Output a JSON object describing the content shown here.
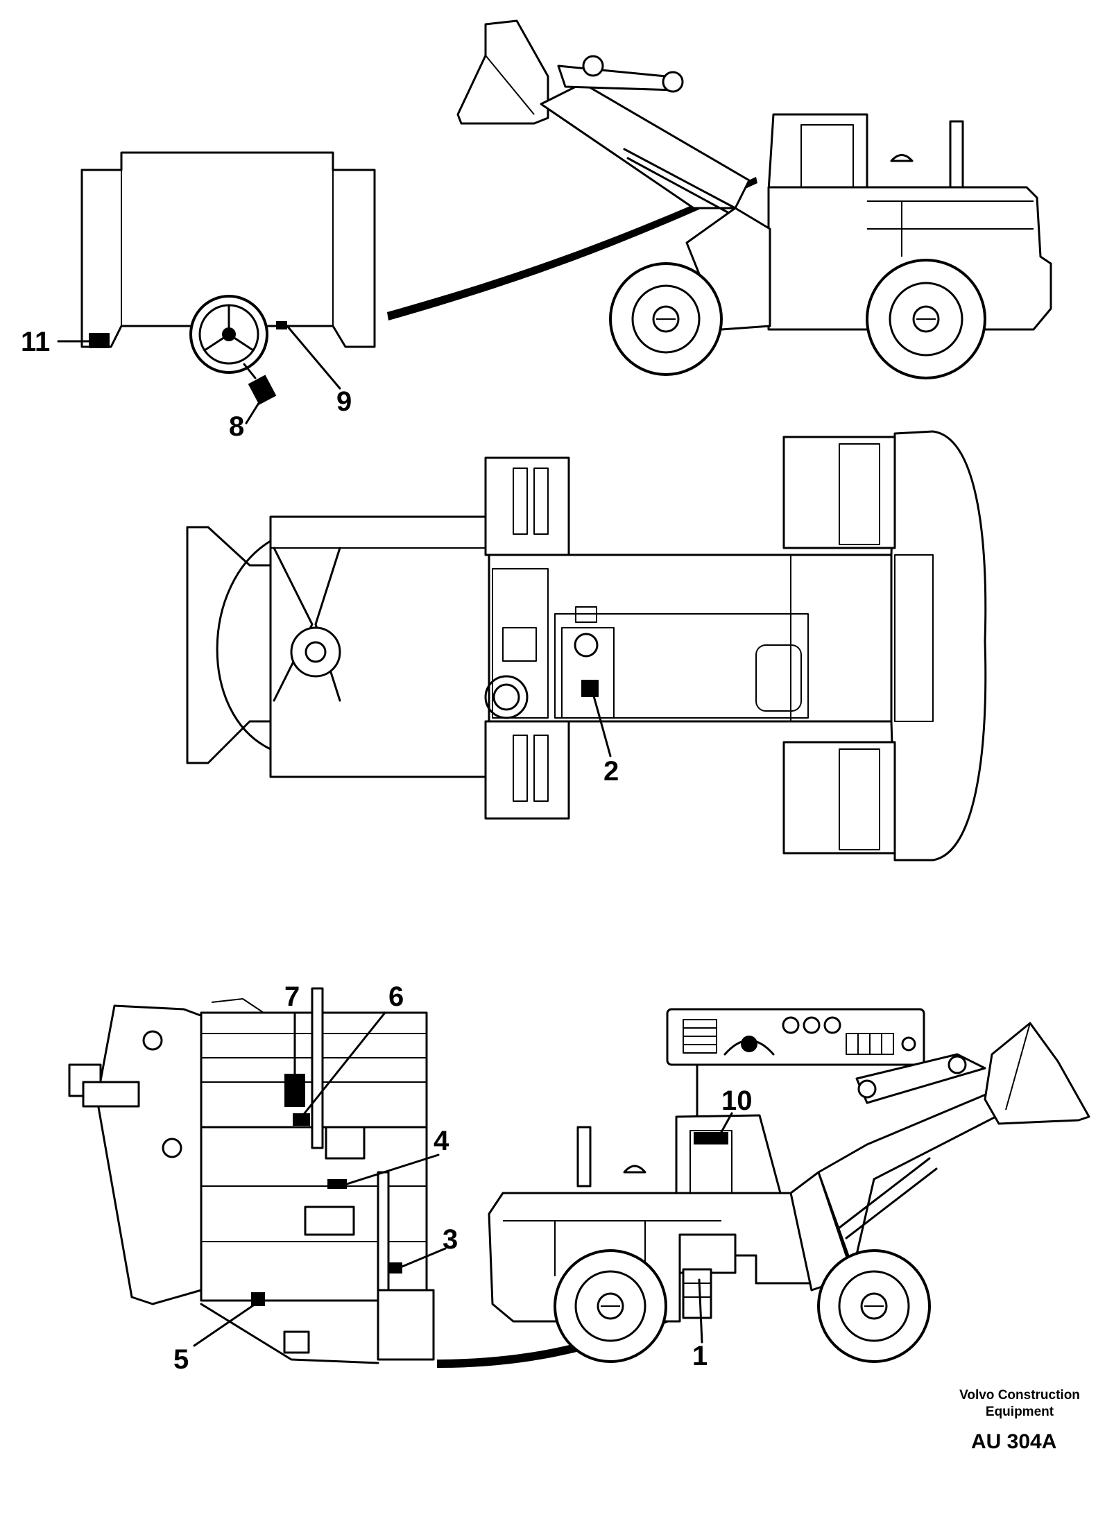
{
  "callouts": {
    "c1": "1",
    "c2": "2",
    "c3": "3",
    "c4": "4",
    "c5": "5",
    "c6": "6",
    "c7": "7",
    "c8": "8",
    "c9": "9",
    "c10": "10",
    "c11": "11"
  },
  "brand": {
    "line1": "Volvo Construction",
    "line2": "Equipment"
  },
  "drawing_code": "AU 304A"
}
